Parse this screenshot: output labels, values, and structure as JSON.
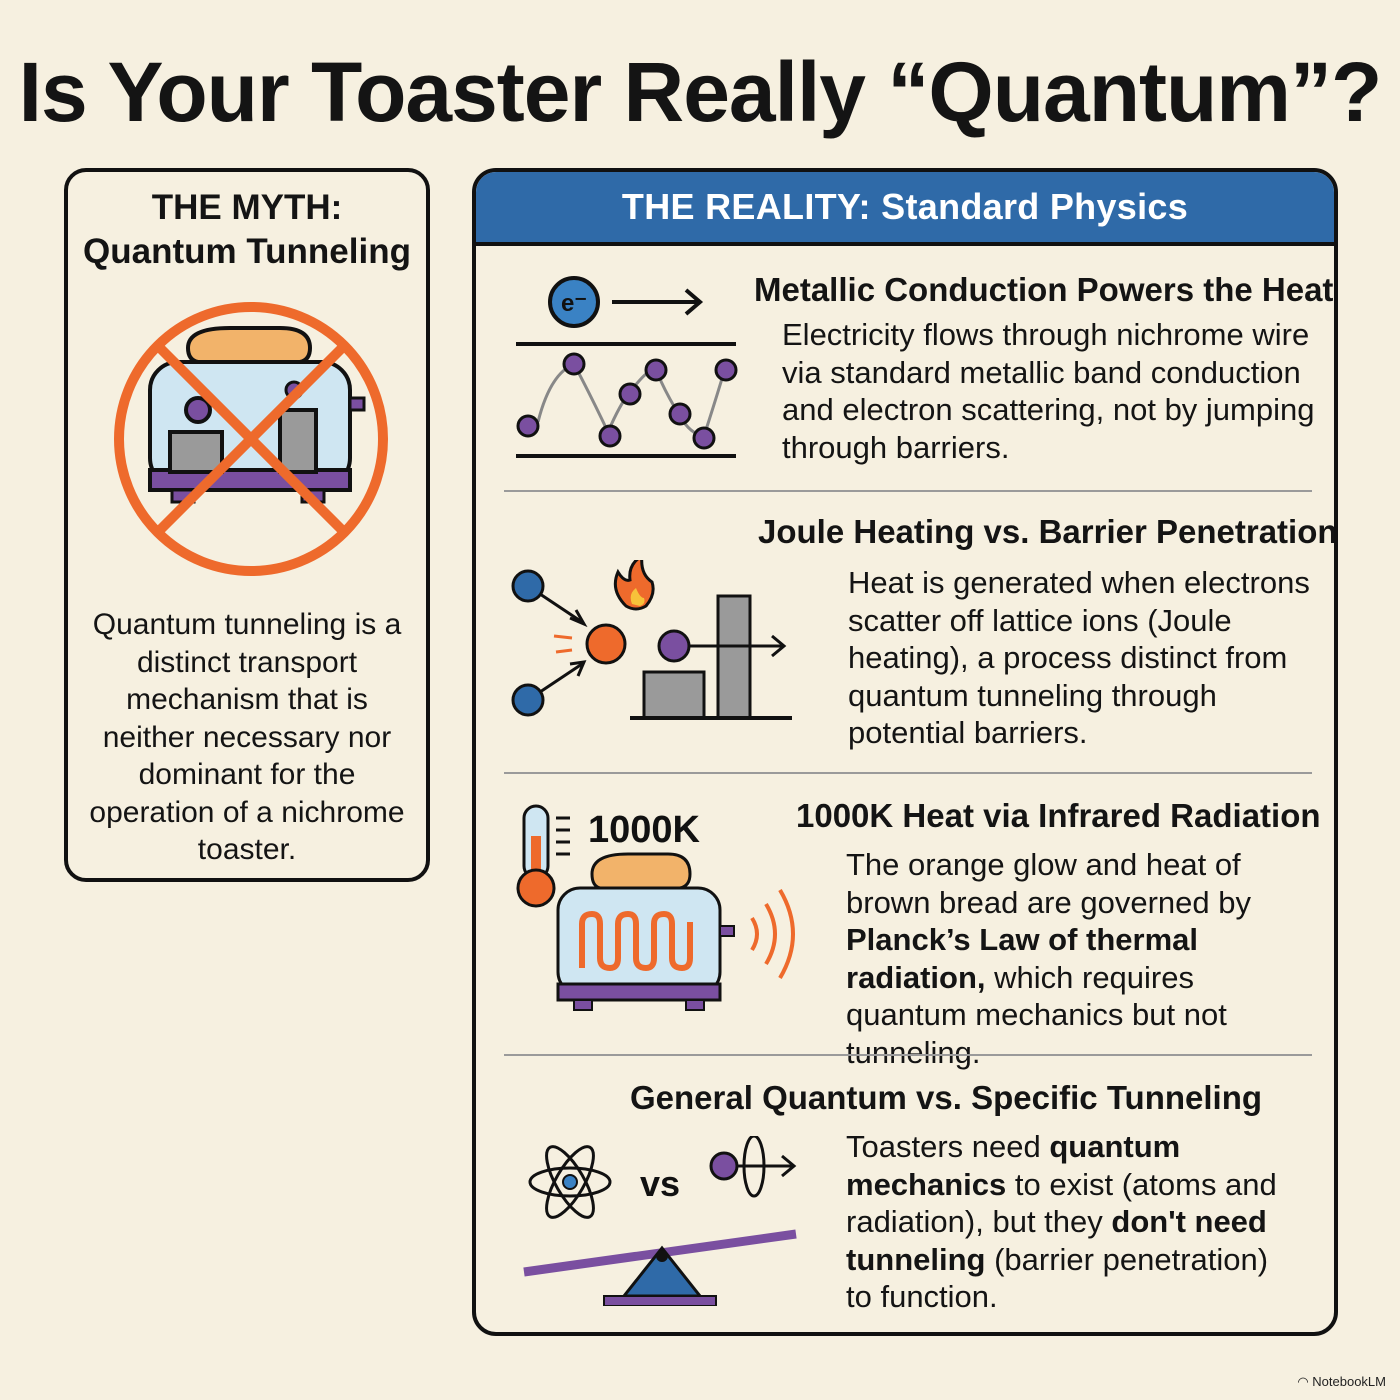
{
  "title": "Is Your Toaster Really “Quantum”?",
  "myth": {
    "heading_line1": "THE MYTH:",
    "heading_line2": "Quantum Tunneling",
    "body": "Quantum tunneling is a distinct transport mechanism that is neither necessary nor dominant for the operation of a nichrome toaster.",
    "icon": "crossed-out-toaster-icon"
  },
  "reality": {
    "header": "THE REALITY: Standard Physics",
    "sections": [
      {
        "heading": "Metallic Conduction Powers the Heat",
        "body": "Electricity flows through nichrome wire via standard metallic band conduction and electron scattering, not by jumping through barriers.",
        "icon": "electron-conduction-icon",
        "electron_label": "e⁻"
      },
      {
        "heading": "Joule Heating vs. Barrier Penetration",
        "body": "Heat is generated when electrons scatter off lattice ions (Joule heating), a process distinct from quantum tunneling through potential barriers.",
        "icon": "joule-heating-icon"
      },
      {
        "heading": "1000K Heat via Infrared Radiation",
        "body_bold": "Planck’s Law of thermal radiation,",
        "body_pre": "The orange glow and heat of brown bread are governed by ",
        "body_post": " which requires quantum mechanics but not tunneling.",
        "icon": "thermometer-toaster-icon",
        "temp_label": "1000K"
      },
      {
        "heading": "General Quantum vs. Specific Tunneling",
        "body_pre": "Toasters need ",
        "body_bold1": "quantum mechanics",
        "body_mid": " to exist (atoms and radiation), but they ",
        "body_bold2": "don't need tunneling",
        "body_post": " (barrier penetration) to function.",
        "icon": "atom-vs-tunneling-seesaw-icon",
        "vs_label": "vs"
      }
    ]
  },
  "watermark": "NotebookLM",
  "colors": {
    "background": "#f6f0e0",
    "blue": "#2f6aa8",
    "orange": "#ee6a2c",
    "purple": "#7a4fa0",
    "light_blue": "#cfe6f2",
    "bread": "#f2b36a",
    "gray": "#9a9a9a"
  }
}
